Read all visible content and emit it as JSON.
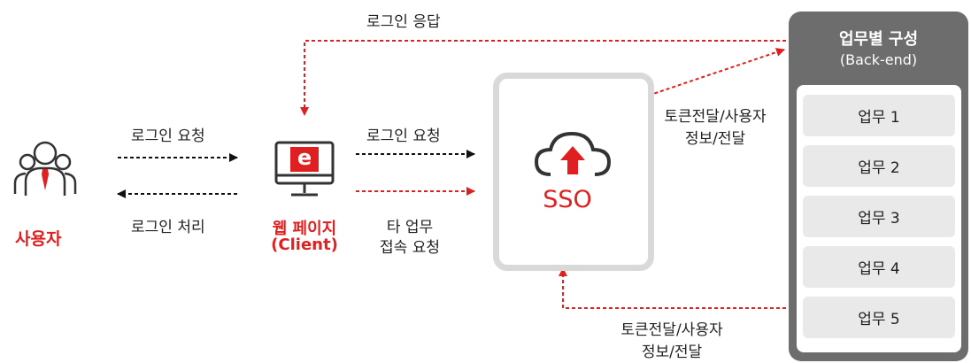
{
  "user": {
    "label": "사용자",
    "icon": "user-group-icon"
  },
  "client": {
    "label_line1": "웹 페이지",
    "label_line2": "(Client)",
    "icon": "monitor-e-icon",
    "icon_glyph": "e"
  },
  "flows": {
    "user_login_request": "로그인 요청",
    "user_login_process": "로그인 처리",
    "client_login_request": "로그인 요청",
    "other_access_line1": "타 업무",
    "other_access_line2": "접속 요청",
    "login_response": "로그인 응답",
    "token_line1": "토큰전달/사용자",
    "token_line2": "정보/전달",
    "token_bottom_line1": "토큰전달/사용자",
    "token_bottom_line2": "정보/전달"
  },
  "sso": {
    "label": "SSO",
    "icon": "cloud-upload-icon"
  },
  "backend": {
    "title": "업무별 구성",
    "subtitle": "(Back-end)",
    "items": [
      "업무 1",
      "업무 2",
      "업무 3",
      "업무 4",
      "업무 5"
    ]
  },
  "colors": {
    "accent": "#e02020",
    "panel": "#6d6d6d",
    "item": "#e9e9e9",
    "sso_border": "#d9d9d9"
  }
}
